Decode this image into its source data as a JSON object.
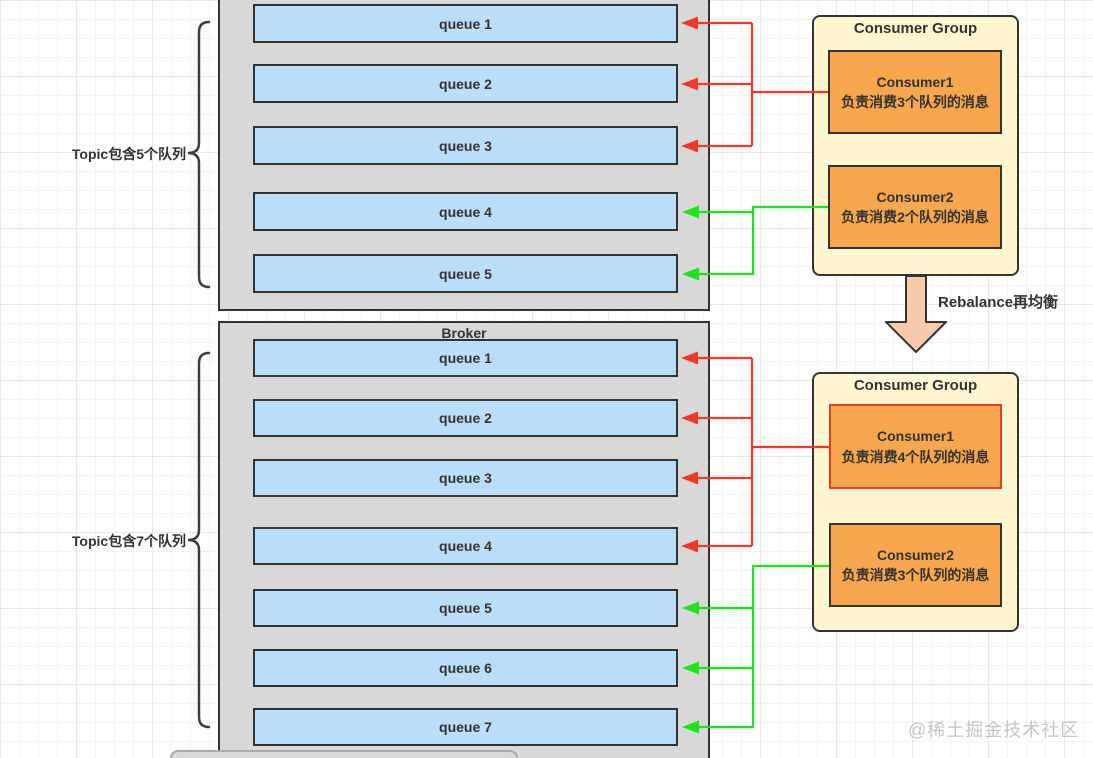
{
  "topic_top": {
    "label": "Topic包含5个队列"
  },
  "topic_bottom": {
    "label": "Topic包含7个队列"
  },
  "broker_top": {
    "queues": [
      "queue 1",
      "queue 2",
      "queue 3",
      "queue 4",
      "queue 5"
    ]
  },
  "broker_bottom": {
    "title": "Broker",
    "queues": [
      "queue 1",
      "queue 2",
      "queue 3",
      "queue 4",
      "queue 5",
      "queue 6",
      "queue 7"
    ]
  },
  "consumer_group_top": {
    "title": "Consumer Group",
    "consumers": [
      {
        "name": "Consumer1",
        "desc": "负责消费3个队列的消息"
      },
      {
        "name": "Consumer2",
        "desc": "负责消费2个队列的消息"
      }
    ]
  },
  "consumer_group_bottom": {
    "title": "Consumer Group",
    "consumers": [
      {
        "name": "Consumer1",
        "desc": "负责消费4个队列的消息"
      },
      {
        "name": "Consumer2",
        "desc": "负责消费3个队列的消息"
      }
    ]
  },
  "rebalance": {
    "label": "Rebalance再均衡"
  },
  "watermark": "@稀土掘金技术社区",
  "colors": {
    "queue_fill": "#badef7",
    "broker_fill": "#d8d8d8",
    "group_fill": "#fff7cf",
    "consumer_fill": "#f7a74d",
    "arrow_red": "#f0392b",
    "arrow_green": "#1be41b",
    "rebalance_arrow_fill": "#f7caac",
    "border_dark": "#333333",
    "highlight_border": "#f0392b"
  }
}
